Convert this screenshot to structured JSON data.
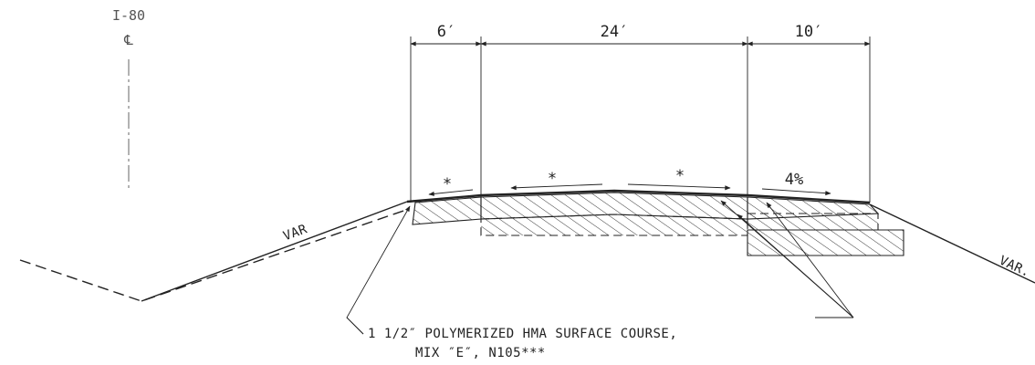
{
  "centerline": {
    "route": "I-80",
    "symbol": "℄"
  },
  "dimensions": {
    "shoulder_left": "6′",
    "lanes": "24′",
    "shoulder_right": "10′"
  },
  "slopes": {
    "left_shoulder": "*",
    "left_lane": "*",
    "right_lane": "*",
    "right_shoulder": "4%"
  },
  "side_slopes": {
    "left": "VAR",
    "right": "VAR."
  },
  "callout": {
    "line1": "1 1/2″ POLYMERIZED HMA SURFACE COURSE,",
    "line2": "MIX ″E″, N105***"
  }
}
